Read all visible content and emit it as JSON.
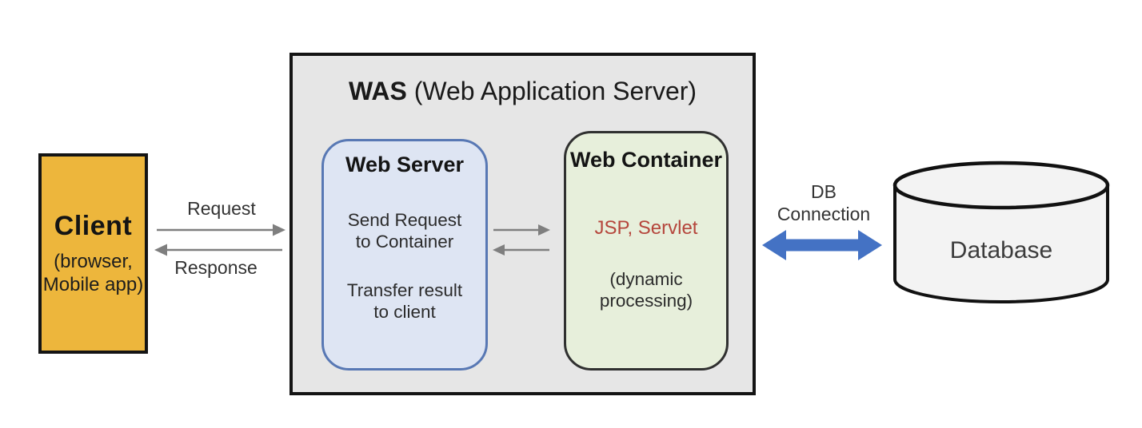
{
  "client": {
    "title": "Client",
    "subtitle_line1": "(browser,",
    "subtitle_line2": "Mobile app)",
    "fill": "#EDB63C",
    "border": "#141414"
  },
  "arrows": {
    "request_label": "Request",
    "response_label": "Response",
    "db_label_line1": "DB",
    "db_label_line2": "Connection",
    "gray": "#7F7F7F",
    "blue": "#4472C4"
  },
  "was": {
    "title_bold": "WAS",
    "title_rest": " (Web Application Server)",
    "fill": "#E6E6E6",
    "border": "#141414"
  },
  "web_server": {
    "title": "Web Server",
    "body1_line1": "Send Request",
    "body1_line2": "to Container",
    "body2_line1": "Transfer result",
    "body2_line2": "to client",
    "fill": "#DEE5F3",
    "border": "#5878B4"
  },
  "web_container": {
    "title": "Web Container",
    "highlight": "JSP, Servlet",
    "highlight_color": "#B5463C",
    "note_line1": "(dynamic",
    "note_line2": "processing)",
    "fill": "#E7EFDB",
    "border": "#303030"
  },
  "database": {
    "label": "Database",
    "fill": "#F3F3F3",
    "border": "#111111"
  }
}
